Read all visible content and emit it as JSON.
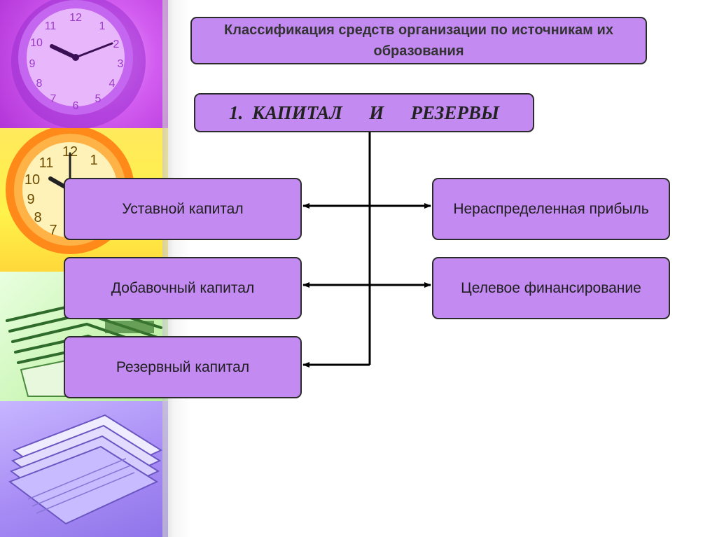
{
  "title": "Классификация средств организации по источникам их образования",
  "root": "1. КАПИТАЛ   И   РЕЗЕРВЫ",
  "left_items": [
    "Уставной капитал",
    "Добавочный капитал",
    "Резервный капитал"
  ],
  "right_items": [
    "Нераспределенная прибыль",
    "Целевое финансирование"
  ],
  "colors": {
    "box_fill": "#c38af2",
    "box_border": "#2b2b2b",
    "connector": "#000000"
  },
  "decorative_images": [
    "wall-clock-purple",
    "wall-clock-yellow",
    "folders-green",
    "paper-stack-violet"
  ]
}
